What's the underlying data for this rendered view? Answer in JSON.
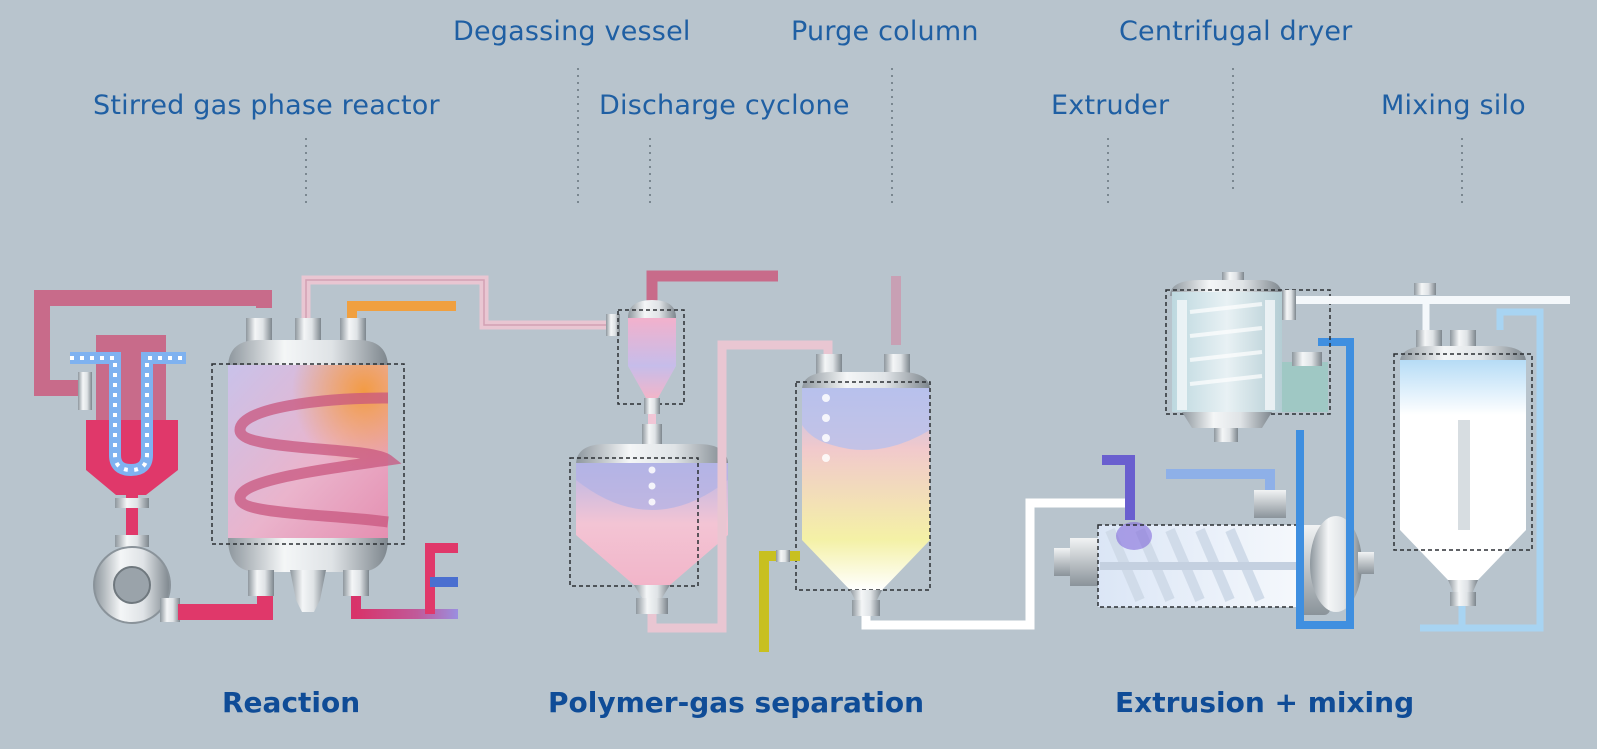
{
  "labels": {
    "stirred_reactor": "Stirred gas phase reactor",
    "degassing_vessel": "Degassing vessel",
    "discharge_cyclone": "Discharge cyclone",
    "purge_column": "Purge column",
    "extruder": "Extruder",
    "centrifugal_dryer": "Centrifugal dryer",
    "mixing_silo": "Mixing silo"
  },
  "sections": {
    "reaction": "Reaction",
    "separation": "Polymer-gas separation",
    "extrusion": "Extrusion + mixing"
  },
  "colors": {
    "background": "#b8c4cd",
    "label_text": "#1f5fa3",
    "section_text": "#0f4c97",
    "reaction_pink": "#e0386a",
    "recycle_pink": "#c86b8a",
    "light_pink_pipe": "#e9c6d2",
    "orange": "#f0a040",
    "yellow": "#c8c020",
    "white_pipe": "#ffffff",
    "blue_pipe": "#3f8fe0",
    "light_blue_pipe": "#a8d4f2",
    "purple": "#6a5fcf"
  }
}
